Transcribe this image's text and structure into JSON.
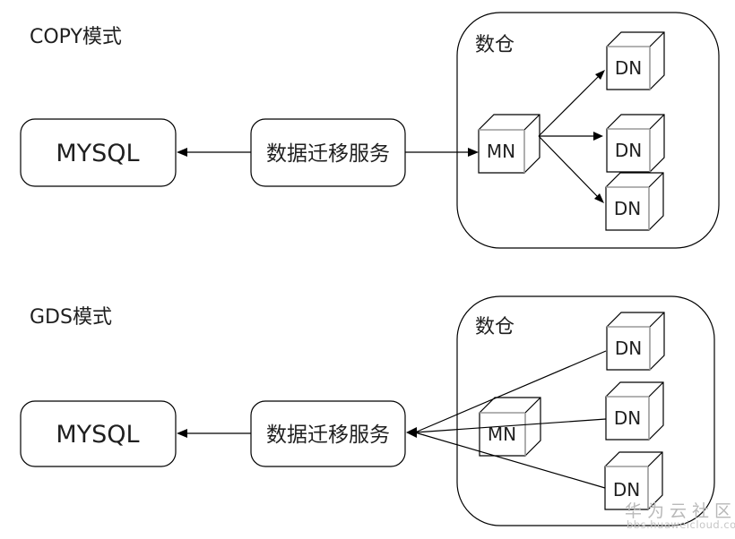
{
  "sections": [
    {
      "title": "COPY模式",
      "source_label": "MYSQL",
      "service_label": "数据迁移服务",
      "warehouse_label": "数仓",
      "mn_label": "MN",
      "dn_labels": [
        "DN",
        "DN",
        "DN"
      ]
    },
    {
      "title": "GDS模式",
      "source_label": "MYSQL",
      "service_label": "数据迁移服务",
      "warehouse_label": "数仓",
      "mn_label": "MN",
      "dn_labels": [
        "DN",
        "DN",
        "DN"
      ]
    }
  ],
  "watermark": {
    "community": "华为云社区",
    "url": "bbs.huaweicloud.com"
  },
  "colors": {
    "line": "#000000",
    "cube_inner_edge": "#999999",
    "watermark_cn": "#b9b9b9",
    "watermark_url": "#c6c6c6"
  }
}
